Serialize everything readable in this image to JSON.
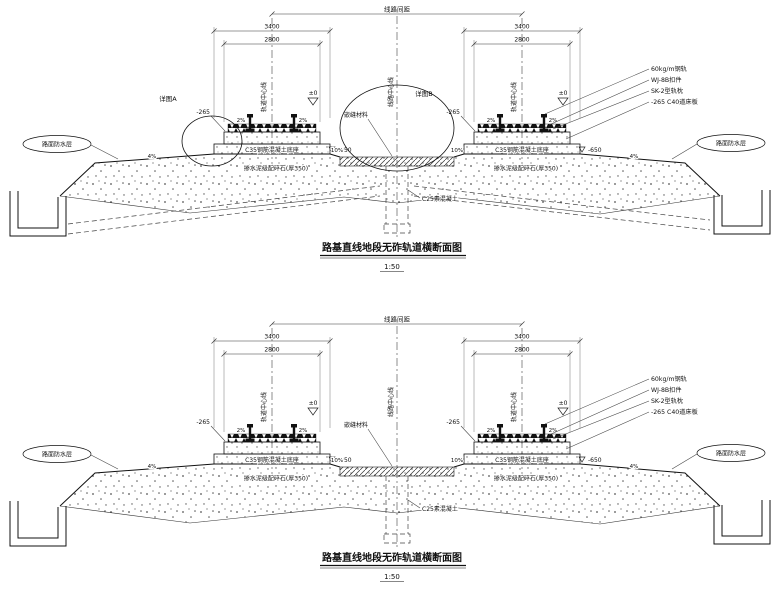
{
  "drawing": {
    "title": "路基直线地段无砟轨道横断面图",
    "scale": "1:50",
    "spacing_label": "线路间距",
    "dim_base": "3400",
    "dim_slab": "2800",
    "route_cl": "线路中心线",
    "track_cl": "轨道中心线",
    "callouts": {
      "rail": "60kg/m钢轨",
      "fastener": "WJ-8B扣件",
      "sleeper": "SK-2型轨枕",
      "bed_slab": "-265 C40道床板"
    },
    "labels": {
      "waterproof": "路面防水层",
      "base": "C35钢筋混凝土底座",
      "subbase": "掺水泥级配碎石(厚350)",
      "joint": "嵌缝材料",
      "plain_concrete": "C25素混凝土",
      "detail_a": "详图A",
      "detail_b": "详图B"
    },
    "levels": {
      "zero": "±0",
      "m265": "-265",
      "m650": "-650"
    },
    "slopes": {
      "s2": "2%",
      "s4": "4%",
      "s10": "10%"
    },
    "colors": {
      "ink": "#111111",
      "paper": "#ffffff"
    }
  }
}
